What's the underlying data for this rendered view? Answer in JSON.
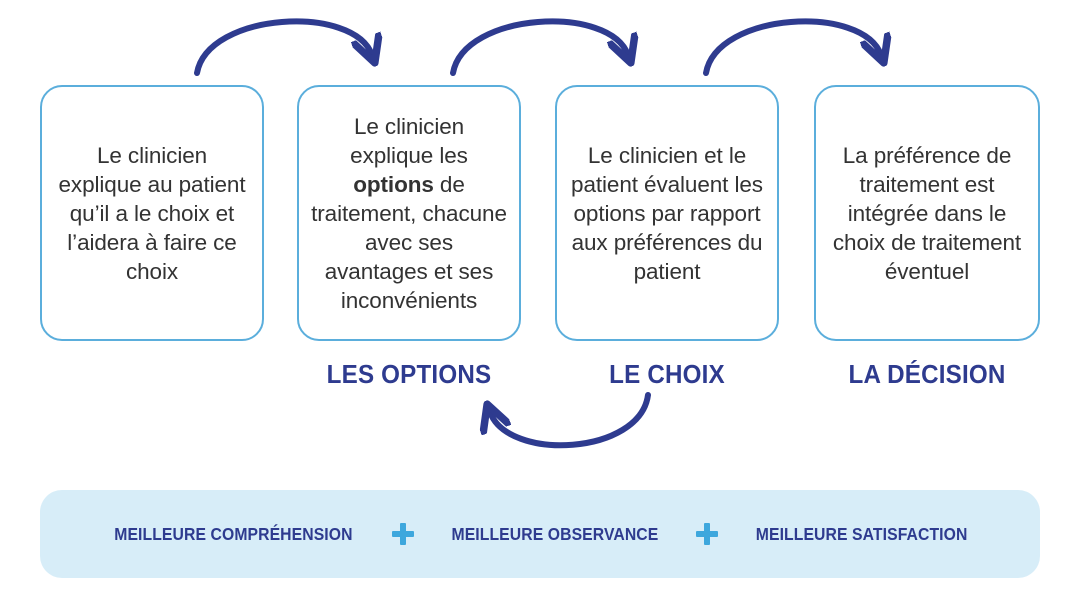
{
  "colors": {
    "box_border": "#5BAEDC",
    "box_text": "#333333",
    "stage_label": "#2E3B8F",
    "arrow": "#2E3B8F",
    "banner_background": "#D7EDF8",
    "plus_icon": "#3DA7DD",
    "page_background": "#FFFFFF"
  },
  "steps": [
    {
      "id": "step-1",
      "text": "Le clinicien explique au patient qu’il a le choix et l’aidera à faire ce choix",
      "text_before_bold": "Le clinicien explique au patient qu’il a le choix et l’aidera à faire ce choix",
      "bold": "",
      "text_after_bold": "",
      "label": ""
    },
    {
      "id": "step-2",
      "text": "Le clinicien explique les options de traitement, chacune avec ses avantages et ses inconvénients",
      "text_before_bold": "Le clinicien explique les ",
      "bold": "options",
      "text_after_bold": " de traitement, chacune avec ses avantages et ses inconvénients",
      "label": "LES OPTIONS"
    },
    {
      "id": "step-3",
      "text": "Le clinicien et le patient évaluent les options par rapport aux préférences du patient",
      "text_before_bold": "Le clinicien et le patient évaluent les options par rapport aux préférences du patient",
      "bold": "",
      "text_after_bold": "",
      "label": "LE CHOIX"
    },
    {
      "id": "step-4",
      "text": "La préférence de traitement est intégrée dans le choix de traitement éventuel",
      "text_before_bold": "La préférence de traitement est intégrée dans le choix de traitement éventuel",
      "bold": "",
      "text_after_bold": "",
      "label": "LA DÉCISION"
    }
  ],
  "arrows": [
    {
      "name": "arrow-step1-to-step2",
      "direction": "forward",
      "position": "top"
    },
    {
      "name": "arrow-step2-to-step3",
      "direction": "forward",
      "position": "top"
    },
    {
      "name": "arrow-step3-to-step4",
      "direction": "forward",
      "position": "top"
    },
    {
      "name": "arrow-step3-back-to-step2",
      "direction": "backward",
      "position": "bottom"
    }
  ],
  "benefits": {
    "items": [
      "MEILLEURE COMPRÉHENSION",
      "MEILLEURE OBSERVANCE",
      "MEILLEURE SATISFACTION"
    ],
    "separator_icon": "plus-icon"
  }
}
